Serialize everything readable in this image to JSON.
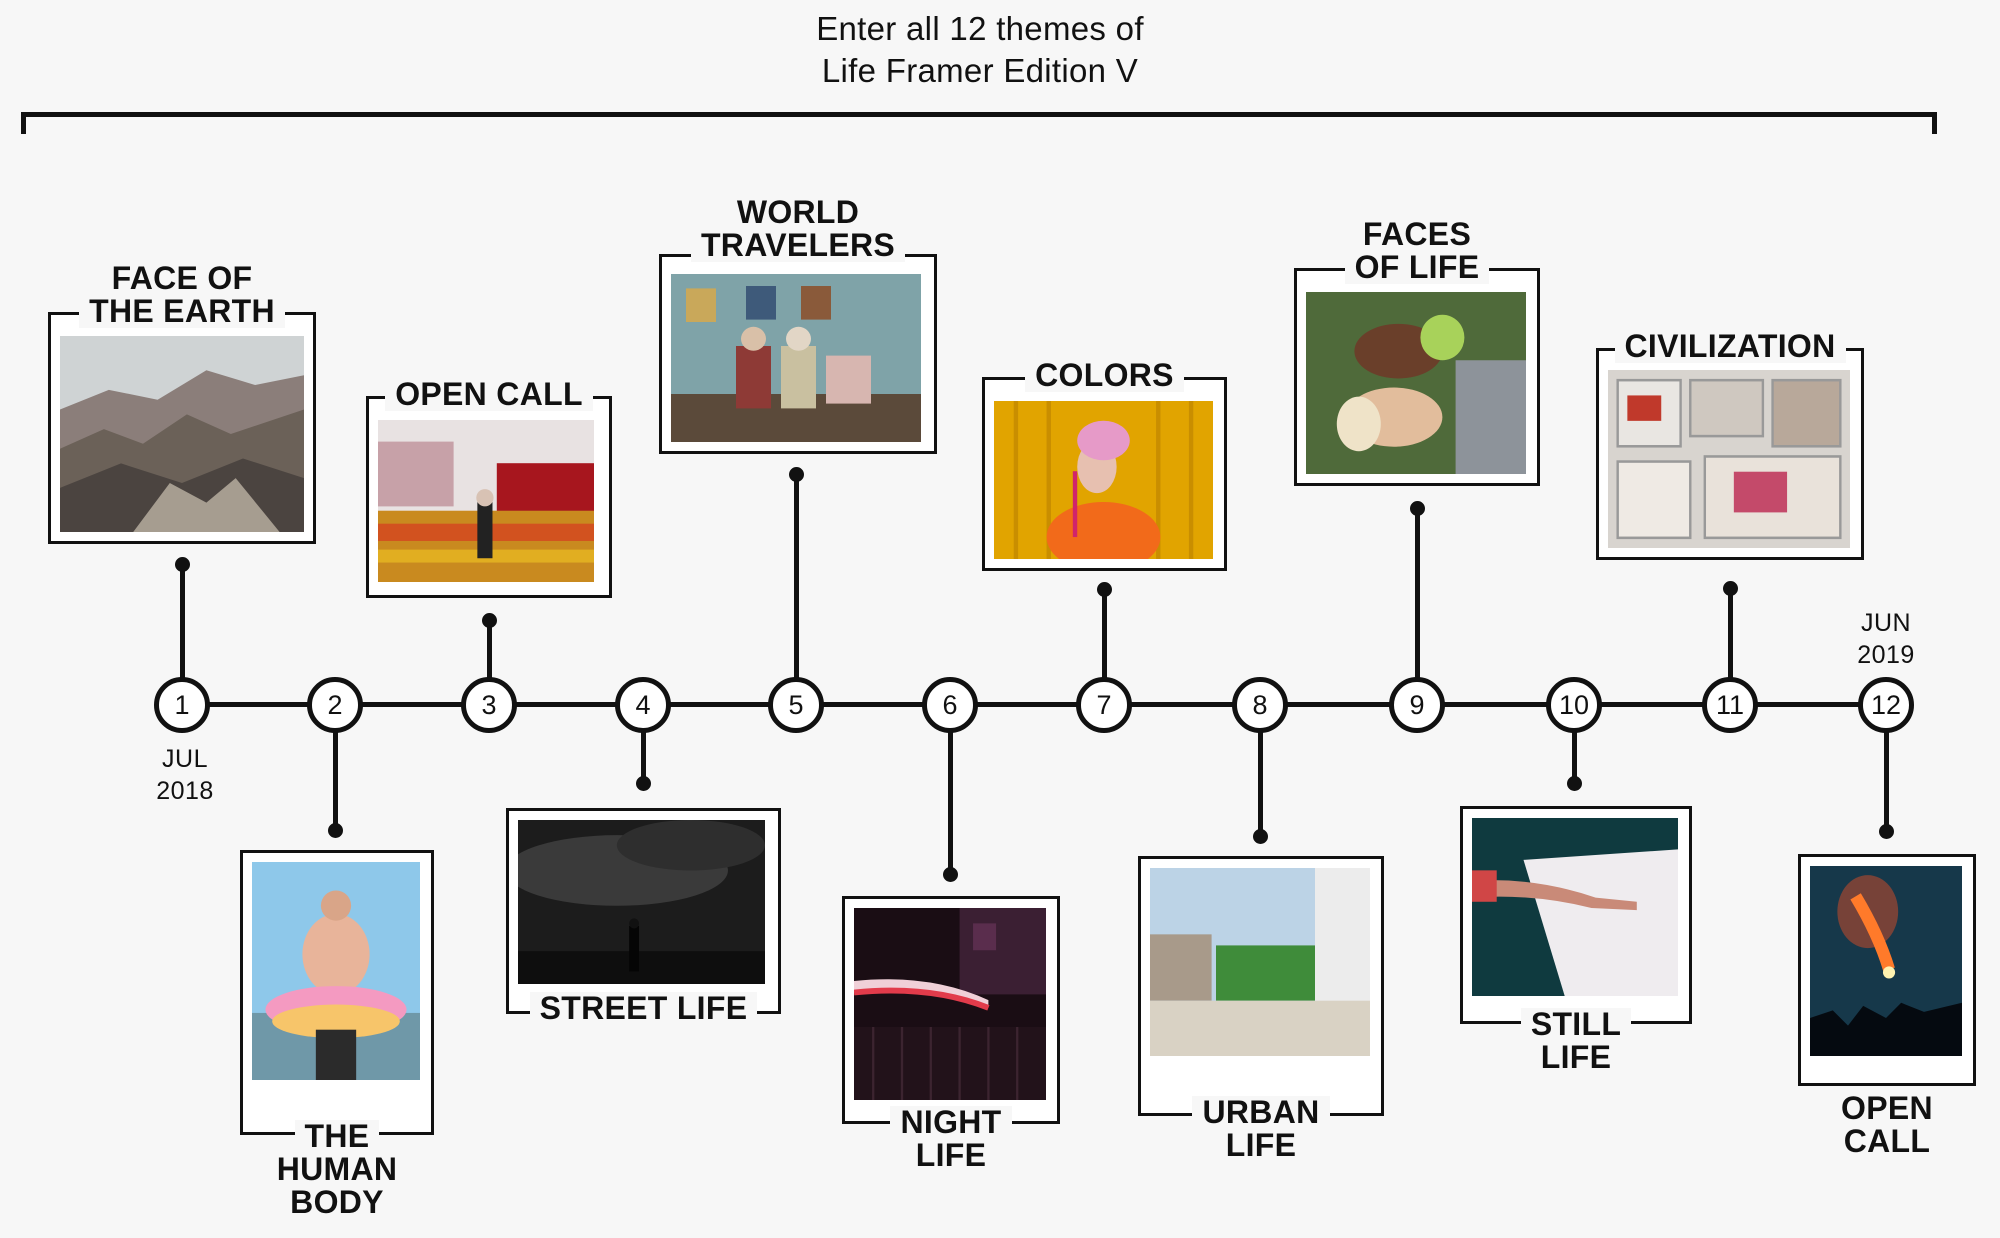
{
  "header": {
    "line1": "Enter all 12 themes of",
    "line2": "Life Framer Edition V"
  },
  "start_date": {
    "month": "JUL",
    "year": "2018"
  },
  "end_date": {
    "month": "JUN",
    "year": "2019"
  },
  "themes": [
    {
      "number": "1",
      "label_lines": [
        "FACE OF",
        "THE EARTH"
      ],
      "image": "mountain-landscape-photo"
    },
    {
      "number": "2",
      "label_lines": [
        "THE",
        "HUMAN",
        "BODY"
      ],
      "image": "swimmer-with-donut-float-photo"
    },
    {
      "number": "3",
      "label_lines": [
        "OPEN CALL"
      ],
      "image": "tulip-field-photo"
    },
    {
      "number": "4",
      "label_lines": [
        "STREET LIFE"
      ],
      "image": "dark-street-figure-photo"
    },
    {
      "number": "5",
      "label_lines": [
        "WORLD",
        "TRAVELERS"
      ],
      "image": "elderly-couple-interior-photo"
    },
    {
      "number": "6",
      "label_lines": [
        "NIGHT",
        "LIFE"
      ],
      "image": "night-light-trail-photo"
    },
    {
      "number": "7",
      "label_lines": [
        "COLORS"
      ],
      "image": "woman-pink-hat-orange-photo"
    },
    {
      "number": "8",
      "label_lines": [
        "URBAN",
        "LIFE"
      ],
      "image": "green-wall-building-photo"
    },
    {
      "number": "9",
      "label_lines": [
        "FACES",
        "OF LIFE"
      ],
      "image": "two-faces-grass-photo"
    },
    {
      "number": "10",
      "label_lines": [
        "STILL",
        "LIFE"
      ],
      "image": "arm-on-white-table-photo"
    },
    {
      "number": "11",
      "label_lines": [
        "CIVILIZATION"
      ],
      "image": "aerial-house-rooms-photo"
    },
    {
      "number": "12",
      "label_lines": [
        "OPEN",
        "CALL"
      ],
      "image": "flare-at-night-photo"
    }
  ]
}
